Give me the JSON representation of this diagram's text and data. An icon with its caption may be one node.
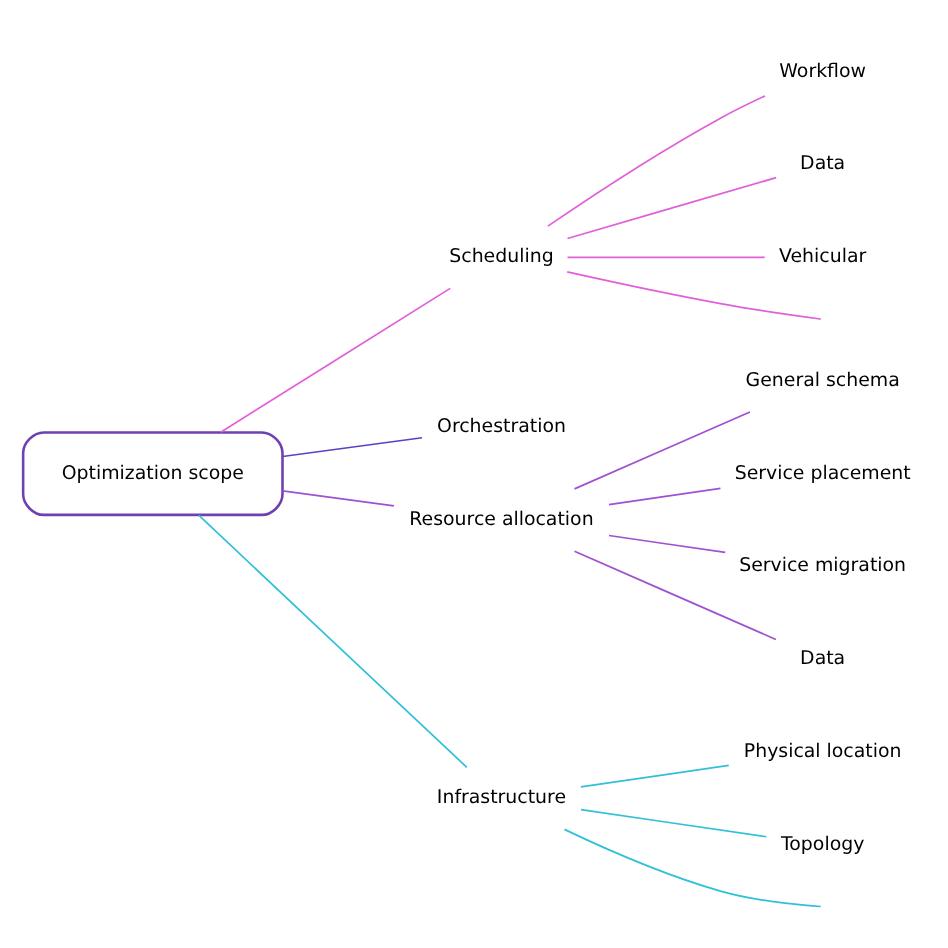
{
  "diagram": {
    "nodes": [
      {
        "text": [
          "Optimization scope"
        ]
      },
      {
        "text": [
          "Scheduling"
        ]
      },
      {
        "text": [
          "Workflow"
        ]
      },
      {
        "text": [
          "Data"
        ]
      },
      {
        "text": [
          "Vehicular"
        ]
      },
      {
        "text": [
          "Orchestration"
        ]
      },
      {
        "text": [
          "Resource allocation"
        ]
      },
      {
        "text": [
          "General schema"
        ]
      },
      {
        "text": [
          "Service placement"
        ]
      },
      {
        "text": [
          "Service migration"
        ]
      },
      {
        "text": [
          "Data"
        ]
      },
      {
        "text": [
          "Infrastructure"
        ]
      },
      {
        "text": [
          "Physical location"
        ]
      },
      {
        "text": [
          "Topology"
        ]
      }
    ],
    "edges": [
      {
        "from": 0,
        "to": 1,
        "arrow": "none",
        "color": "#e060d8"
      },
      {
        "from": 1,
        "to": null,
        "arrow": "none",
        "color": "#e060d8"
      },
      {
        "from": 1,
        "to": 2,
        "arrow": "none",
        "color": "#e060d8"
      },
      {
        "from": 1,
        "to": 3,
        "arrow": "none",
        "color": "#e060d8"
      },
      {
        "from": 1,
        "to": 4,
        "arrow": "none",
        "color": "#e060d8"
      },
      {
        "from": 0,
        "to": 5,
        "arrow": "none",
        "color": "#6040c0"
      },
      {
        "from": 0,
        "to": 6,
        "arrow": "none",
        "color": "#a050d0"
      },
      {
        "from": 6,
        "to": 7,
        "arrow": "none",
        "color": "#a050d0"
      },
      {
        "from": 6,
        "to": 8,
        "arrow": "none",
        "color": "#a050d0"
      },
      {
        "from": 6,
        "to": 9,
        "arrow": "none",
        "color": "#a050d0"
      },
      {
        "from": 6,
        "to": 10,
        "arrow": "none",
        "color": "#a050d0"
      },
      {
        "from": 0,
        "to": 11,
        "arrow": "none",
        "color": "#30c0d8"
      },
      {
        "from": 11,
        "to": 12,
        "arrow": "none",
        "color": "#30c0d8"
      },
      {
        "from": 11,
        "to": 13,
        "arrow": "none",
        "color": "#30c0d8"
      },
      {
        "from": 11,
        "to": null,
        "arrow": "none",
        "color": "#30c0d8"
      }
    ]
  }
}
